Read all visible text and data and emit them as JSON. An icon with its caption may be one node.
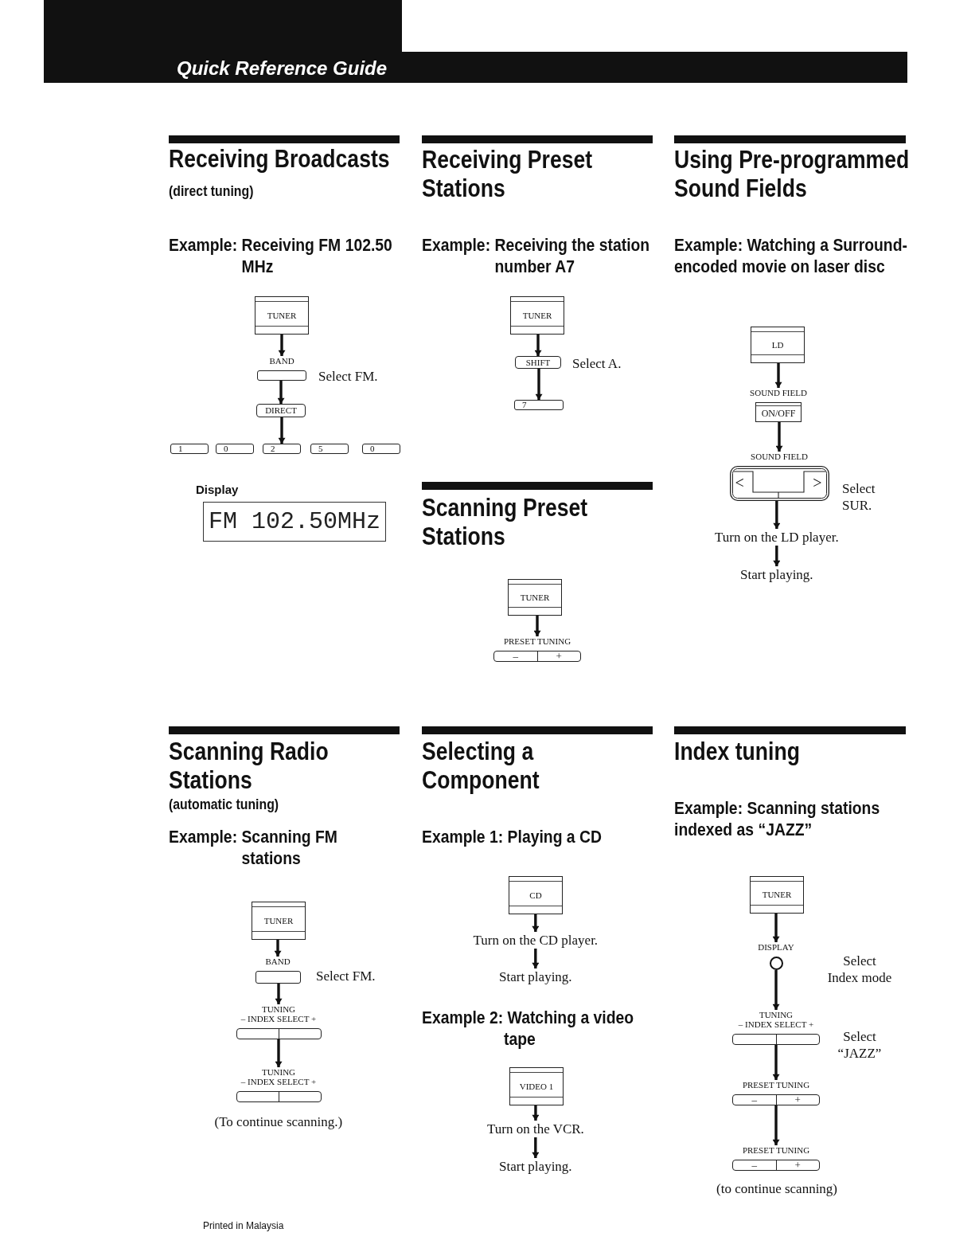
{
  "diagram": {
    "title": "Quick Reference Guide",
    "nodes": [
      {
        "text": [
          "TUNER"
        ]
      },
      {
        "text": [
          "BAND"
        ],
        "beside": [
          "Select FM."
        ]
      },
      {
        "text": [
          "DIRECT"
        ]
      },
      {
        "text": [
          "1"
        ]
      },
      {
        "text": [
          "0"
        ]
      },
      {
        "text": [
          "2"
        ]
      },
      {
        "text": [
          "5"
        ]
      },
      {
        "text": [
          "0"
        ]
      },
      {
        "text": [
          "Display",
          "FM 102.50MHz"
        ]
      },
      {
        "text": [
          "TUNER"
        ]
      },
      {
        "text": [
          "SHIFT"
        ],
        "beside": [
          "Select A."
        ]
      },
      {
        "text": [
          "7"
        ]
      },
      {
        "text": [
          "TUNER"
        ]
      },
      {
        "text": [
          "PRESET TUNING",
          "–",
          "+"
        ]
      },
      {
        "text": [
          "LD"
        ]
      },
      {
        "text": [
          "SOUND FIELD",
          "ON/OFF"
        ]
      },
      {
        "text": [
          "SOUND FIELD",
          "<",
          ">"
        ],
        "beside": [
          "Select SUR."
        ]
      },
      {
        "text": [
          "Turn on the LD player."
        ]
      },
      {
        "text": [
          "Start playing."
        ]
      },
      {
        "text": [
          "TUNER"
        ]
      },
      {
        "text": [
          "BAND"
        ],
        "beside": [
          "Select FM."
        ]
      },
      {
        "text": [
          "TUNING",
          "– INDEX SELECT +"
        ]
      },
      {
        "text": [
          "TUNING",
          "– INDEX SELECT +"
        ],
        "beside": [
          "(To continue scanning.)"
        ]
      },
      {
        "text": [
          "CD"
        ]
      },
      {
        "text": [
          "Turn on the CD player."
        ]
      },
      {
        "text": [
          "Start playing."
        ]
      },
      {
        "text": [
          "VIDEO 1"
        ]
      },
      {
        "text": [
          "Turn on the VCR."
        ]
      },
      {
        "text": [
          "Start playing."
        ]
      },
      {
        "text": [
          "TUNER"
        ]
      },
      {
        "text": [
          "DISPLAY"
        ],
        "beside": [
          "Select Index mode"
        ]
      },
      {
        "text": [
          "TUNING",
          "– INDEX SELECT +"
        ],
        "beside": [
          "Select “JAZZ”"
        ]
      },
      {
        "text": [
          "PRESET TUNING",
          "–",
          "+"
        ]
      },
      {
        "text": [
          "PRESET TUNING",
          "–",
          "+"
        ],
        "beside": [
          "(to continue scanning)"
        ]
      }
    ],
    "edges": [
      {
        "from": 0,
        "to": 1,
        "arrow": "to"
      },
      {
        "from": 1,
        "to": 2,
        "arrow": "to"
      },
      {
        "from": 2,
        "to": 5,
        "arrow": "to"
      },
      {
        "from": 9,
        "to": 10,
        "arrow": "to"
      },
      {
        "from": 10,
        "to": 11,
        "arrow": "to"
      },
      {
        "from": 12,
        "to": 13,
        "arrow": "to"
      },
      {
        "from": 14,
        "to": 15,
        "arrow": "to"
      },
      {
        "from": 15,
        "to": 16,
        "arrow": "to"
      },
      {
        "from": 16,
        "to": 17,
        "arrow": "to"
      },
      {
        "from": 17,
        "to": 18,
        "arrow": "to"
      },
      {
        "from": 19,
        "to": 20,
        "arrow": "to"
      },
      {
        "from": 20,
        "to": 21,
        "arrow": "to"
      },
      {
        "from": 21,
        "to": 22,
        "arrow": "to"
      },
      {
        "from": 23,
        "to": 24,
        "arrow": "to"
      },
      {
        "from": 24,
        "to": 25,
        "arrow": "to"
      },
      {
        "from": 26,
        "to": 27,
        "arrow": "to"
      },
      {
        "from": 27,
        "to": 28,
        "arrow": "to"
      },
      {
        "from": 29,
        "to": 30,
        "arrow": "to"
      },
      {
        "from": 30,
        "to": 31,
        "arrow": "to"
      },
      {
        "from": 31,
        "to": 32,
        "arrow": "to"
      },
      {
        "from": 32,
        "to": 33,
        "arrow": "to"
      }
    ],
    "labels": [
      "Receiving Broadcasts",
      "(direct tuning)",
      "Example: Receiving FM 102.50 MHz",
      "Receiving Preset Stations",
      "Example: Receiving the station number A7",
      "Scanning Preset Stations",
      "Using Pre-programmed Sound Fields",
      "Example: Watching a Surround-encoded movie on laser disc",
      "Scanning Radio Stations",
      "(automatic tuning)",
      "Example: Scanning FM stations",
      "Selecting a Component",
      "Example 1: Playing a CD",
      "Example 2: Watching a video tape",
      "Index tuning",
      "Example: Scanning stations indexed as “JAZZ”",
      "Printed in Malaysia"
    ]
  }
}
